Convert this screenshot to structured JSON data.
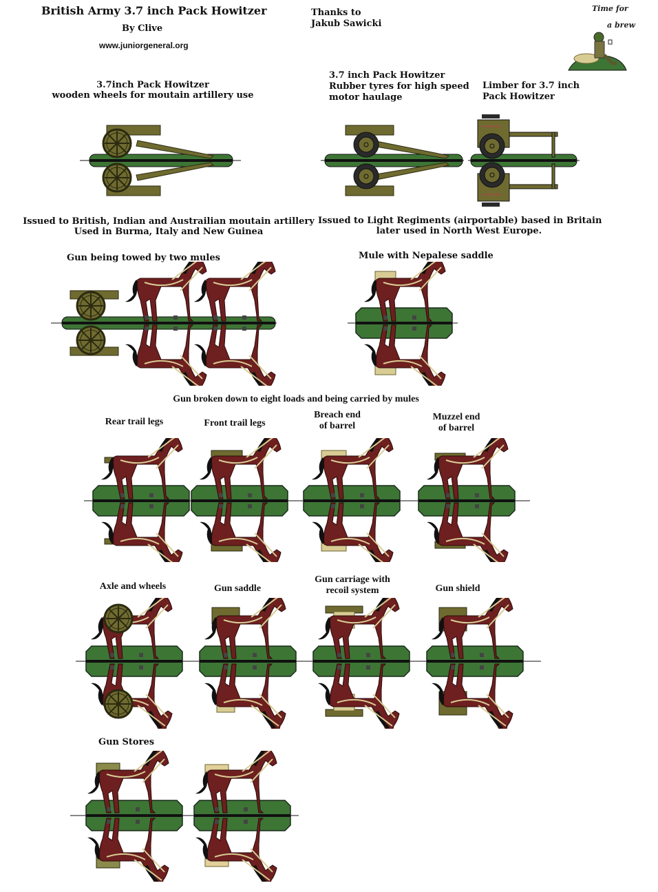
{
  "header": {
    "title": "British Army 3.7 inch Pack Howitzer",
    "author": "By Clive",
    "website": "www.juniorgeneral.org",
    "thanks_line1": "Thanks to",
    "thanks_line2": "Jakub Sawicki",
    "logo_text_line1": "Time for",
    "logo_text_line2": "a brew"
  },
  "guns": {
    "wooden": {
      "label_line1": "3.7inch Pack Howitzer",
      "label_line2": "wooden wheels for moutain artillery use",
      "note_line1": "Issued to British, Indian and Austrailian moutain artillery",
      "note_line2": "Used in Burma, Italy and New Guinea"
    },
    "rubber": {
      "label_line1": "3.7 inch Pack Howitzer",
      "label_line2": "Rubber tyres for high speed",
      "label_line3": "motor haulage",
      "note_line1": "Issued to Light Regiments (airportable) based in Britain",
      "note_line2": "later used in North West Europe."
    },
    "limber": {
      "label_line1": "Limber for 3.7 inch",
      "label_line2": "Pack Howitzer"
    }
  },
  "towed": {
    "label": "Gun being towed by two mules"
  },
  "nepalese": {
    "label": "Mule with Nepalese saddle"
  },
  "loads": {
    "heading": "Gun broken down to eight loads and being carried by mules",
    "row1": [
      {
        "line1": "Rear trail legs",
        "line2": ""
      },
      {
        "line1": "Front trail legs",
        "line2": ""
      },
      {
        "line1": "Breach end",
        "line2": "of barrel"
      },
      {
        "line1": "Muzzel end",
        "line2": "of barrel"
      }
    ],
    "row2": [
      {
        "line1": "Axle and wheels",
        "line2": ""
      },
      {
        "line1": "Gun saddle",
        "line2": ""
      },
      {
        "line1": "Gun carriage with",
        "line2": "recoil system"
      },
      {
        "line1": "Gun shield",
        "line2": ""
      }
    ],
    "stores_label": "Gun Stores"
  },
  "colors": {
    "base_green": "#3d7535",
    "base_dark": "#1f4a1f",
    "mule": "#6e1f1f",
    "olive": "#6f6b30",
    "tan": "#d8cc94",
    "tyre": "#2a2a2a"
  }
}
